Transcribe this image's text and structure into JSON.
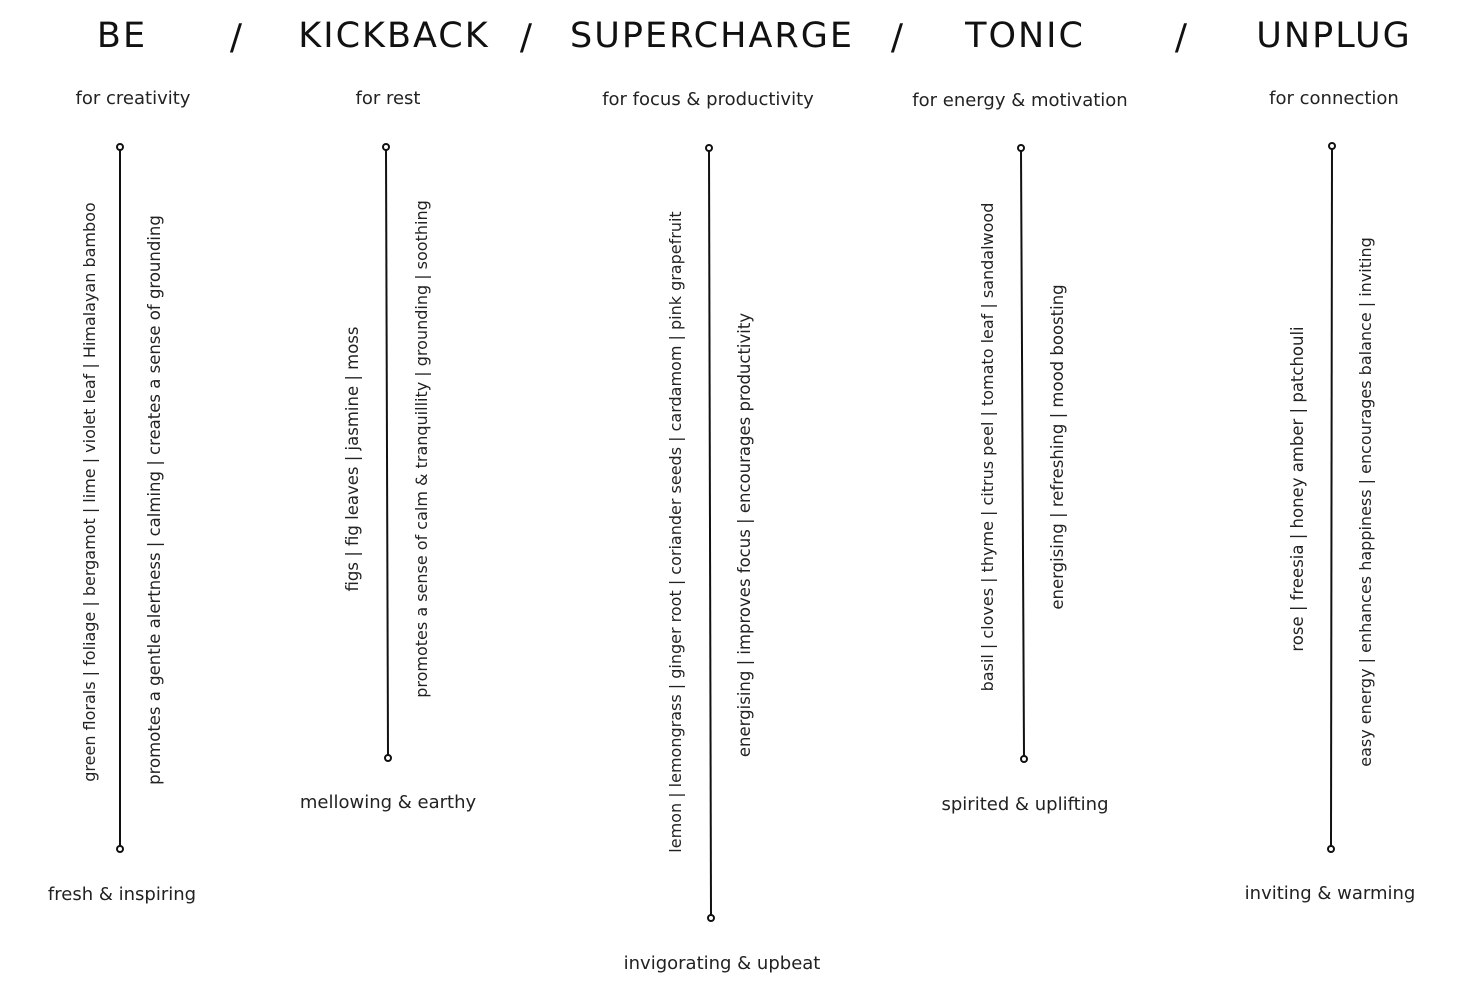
{
  "separator": "/",
  "columns": [
    {
      "title": "BE",
      "subtitle": "for creativity",
      "notes": "green florals | foliage | bergamot | lime | violet leaf  | Himalayan bamboo",
      "benefits": "promotes a gentle alertness | calming |  creates a sense of grounding",
      "mood": "fresh & inspiring"
    },
    {
      "title": "KICKBACK",
      "subtitle": "for rest",
      "notes": "figs | fig leaves | jasmine | moss",
      "benefits": "promotes a sense of calm & tranquillity | grounding | soothing",
      "mood": "mellowing & earthy"
    },
    {
      "title": "SUPERCHARGE",
      "subtitle": "for focus & productivity",
      "notes": "lemon | lemongrass | ginger root | coriander seeds | cardamom | pink grapefruit",
      "benefits": "energising | improves focus | encourages productivity",
      "mood": "invigorating & upbeat"
    },
    {
      "title": "TONIC",
      "subtitle": "for energy & motivation",
      "notes": "basil | cloves | thyme | citrus peel | tomato leaf | sandalwood",
      "benefits": "energising | refreshing | mood boosting",
      "mood": "spirited & uplifting"
    },
    {
      "title": "UNPLUG",
      "subtitle": "for connection",
      "notes": "rose | freesia | honey amber | patchouli",
      "benefits": "easy energy | enhances happiness | encourages balance | inviting",
      "mood": "inviting & warming"
    }
  ]
}
